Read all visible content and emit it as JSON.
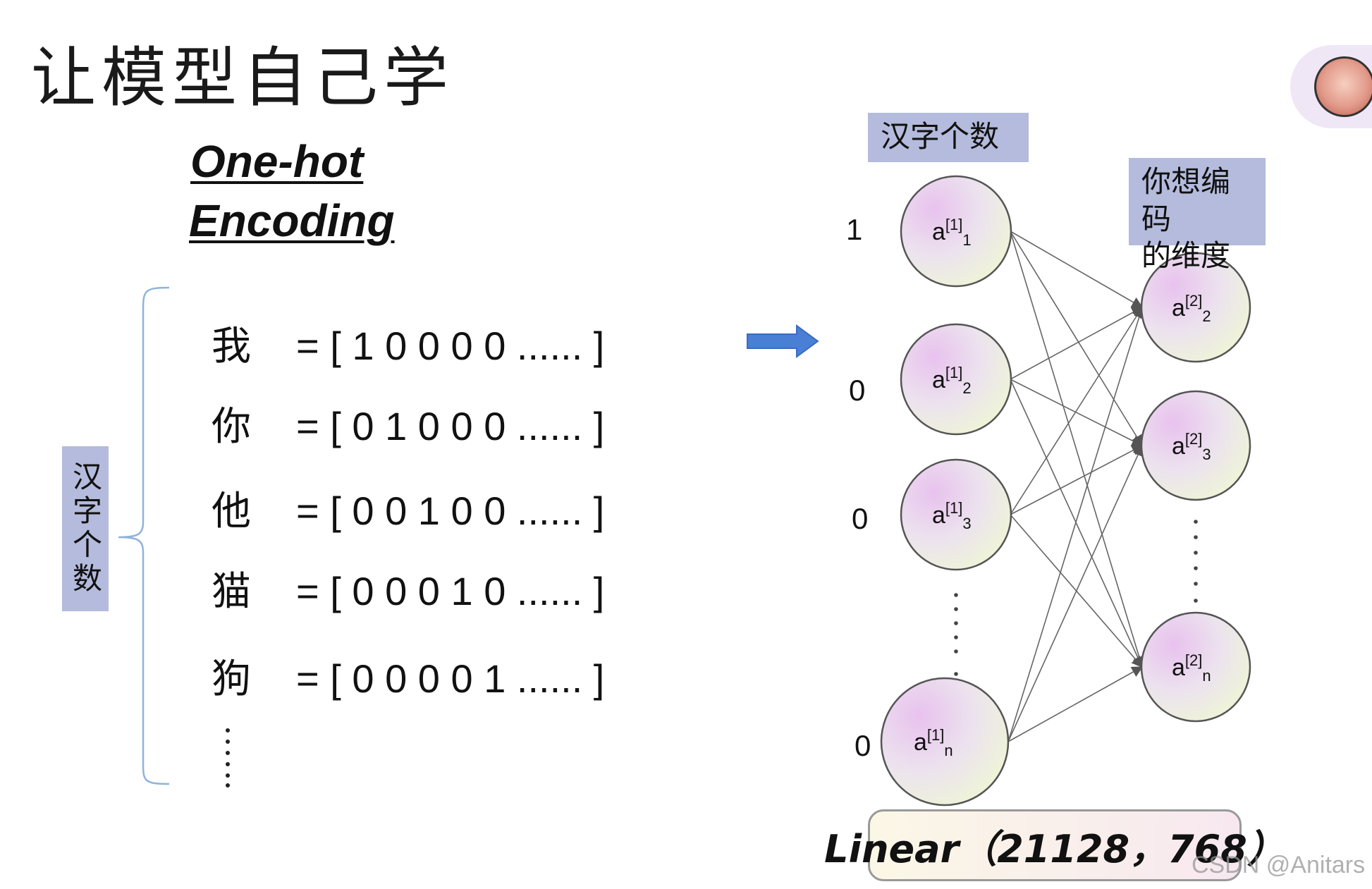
{
  "title": "让模型自己学",
  "one_hot": {
    "line1": "One-hot",
    "line2": "Encoding"
  },
  "vertical_label": "汉字个数",
  "rows": [
    {
      "char": "我",
      "vector": "= [ 1   0   0   0   0 ...... ]"
    },
    {
      "char": "你",
      "vector": "= [ 0   1   0   0   0 ...... ]"
    },
    {
      "char": "他",
      "vector": "= [ 0   0   1   0   0 ...... ]"
    },
    {
      "char": "猫",
      "vector": "= [ 0   0   0   1   0 ...... ]"
    },
    {
      "char": "狗",
      "vector": "= [ 0   0   0   0   1 ...... ]"
    }
  ],
  "network": {
    "input_box_label": "汉字个数",
    "output_box_label": "你想编码的维度",
    "output_box_line1": "你想编码",
    "output_box_line2": "的维度",
    "input_values": [
      "1",
      "0",
      "0",
      "0"
    ],
    "layer1_nodes": [
      {
        "base": "a",
        "sup": "[1]",
        "sub": "1"
      },
      {
        "base": "a",
        "sup": "[1]",
        "sub": "2"
      },
      {
        "base": "a",
        "sup": "[1]",
        "sub": "3"
      },
      {
        "base": "a",
        "sup": "[1]",
        "sub": "n"
      }
    ],
    "layer2_nodes": [
      {
        "base": "a",
        "sup": "[2]",
        "sub": "2"
      },
      {
        "base": "a",
        "sup": "[2]",
        "sub": "3"
      },
      {
        "base": "a",
        "sup": "[2]",
        "sub": "n"
      }
    ]
  },
  "linear_label": "Linear（21128，768）",
  "watermark": "CSDN @Anitars",
  "colors": {
    "label_box": "#b4bbdc",
    "arrow": "#4a7fd6",
    "brace": "#8fb3dc",
    "node_stroke": "#555555"
  }
}
